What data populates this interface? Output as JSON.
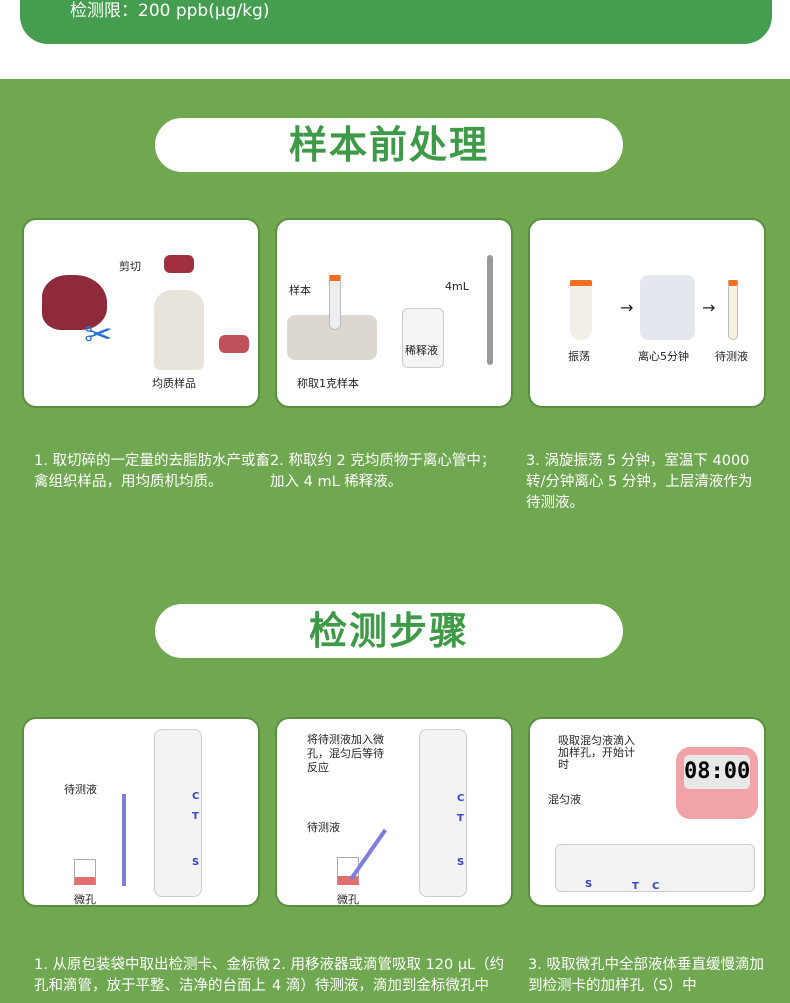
{
  "top": {
    "detection_limit": "检测限：200 ppb(μg/kg)"
  },
  "section1": {
    "title": "样本前处理",
    "cards": [
      {
        "labels": [
          "剪切",
          "均质样品"
        ]
      },
      {
        "labels": [
          "样本",
          "4mL",
          "稀释液",
          "称取1克样本"
        ]
      },
      {
        "labels": [
          "振荡",
          "离心5分钟",
          "待测液"
        ]
      }
    ],
    "steps": [
      "1. 取切碎的一定量的去脂肪水产或畜禽组织样品，用均质机均质。",
      "2. 称取约 2 克均质物于离心管中；加入 4 mL 稀释液。",
      "3.  涡旋振荡  5  分钟，室温下 4000转/分钟离心 5 分钟，上层清液作为待测液。"
    ]
  },
  "section2": {
    "title": "检测步骤",
    "cards": [
      {
        "labels": [
          "待测液",
          "微孔"
        ],
        "card_marks": [
          "C",
          "T",
          "S"
        ]
      },
      {
        "labels": [
          "将待测液加入微孔，混匀后等待反应",
          "待测液",
          "微孔"
        ],
        "card_marks": [
          "C",
          "T",
          "S"
        ]
      },
      {
        "labels": [
          "吸取混匀液滴入加样孔，开始计时",
          "混匀液"
        ],
        "timer": "08:00",
        "card_marks": [
          "S",
          "T",
          "C"
        ]
      }
    ],
    "steps": [
      "1.  从原包装袋中取出检测卡、金标微孔和滴管，放于平整、洁净的台面上",
      "2. 用移液器或滴管吸取 120 μL（约4 滴）待测液，滴加到金标微孔中",
      "3. 吸取微孔中全部液体垂直缓慢滴加到检测卡的加样孔（S）中"
    ]
  }
}
